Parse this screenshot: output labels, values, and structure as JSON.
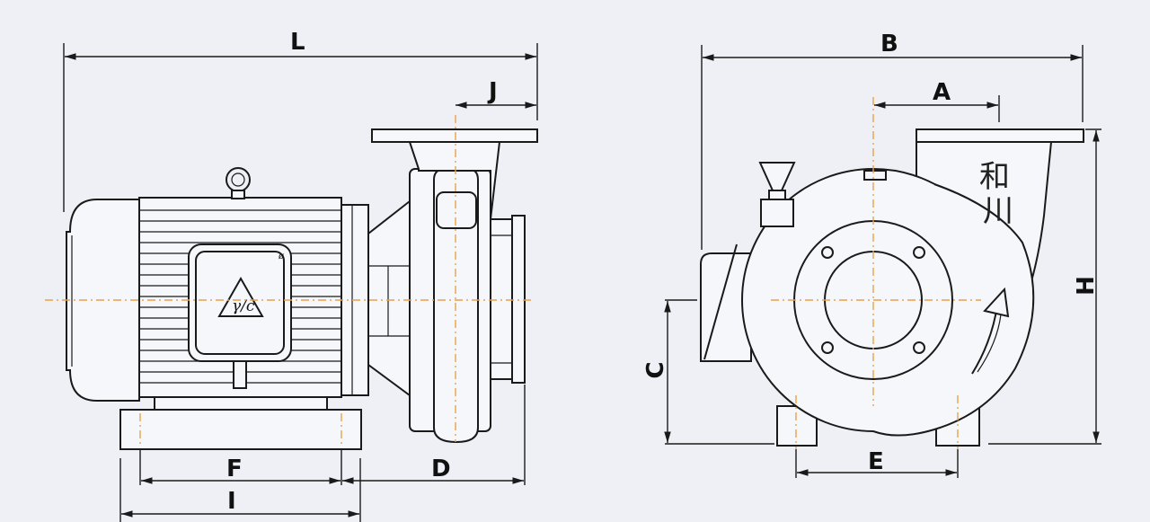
{
  "dimensions": {
    "L": "L",
    "J": "J",
    "F": "F",
    "D": "D",
    "I": "I",
    "B": "B",
    "A": "A",
    "H": "H",
    "C": "C",
    "E": "E"
  },
  "brand_mark": {
    "char1": "和",
    "char2": "川"
  },
  "motor_plate_text": "γ/c",
  "colors": {
    "line": "#1a1a1a",
    "centerline": "#e8a24a",
    "background": "#eef0f5"
  }
}
